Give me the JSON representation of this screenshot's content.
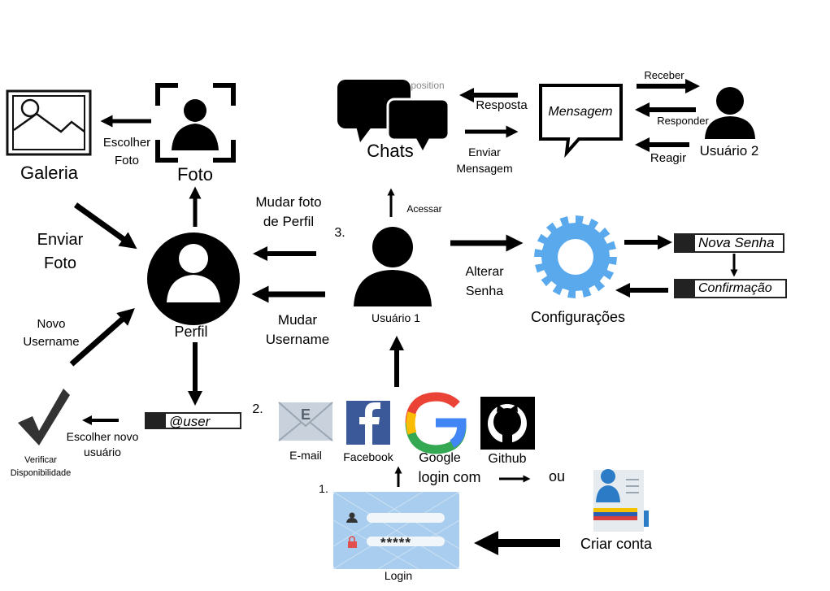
{
  "nodes": {
    "galeria": "Galeria",
    "foto": "Foto",
    "escolher_foto": "Escolher Foto",
    "enviar_foto": "Enviar Foto",
    "perfil": "Perfil",
    "mudar_foto_perfil": "Mudar foto de Perfil",
    "mudar_username": "Mudar Username",
    "novo_username": "Novo Username",
    "user_field": "@user",
    "escolher_novo_usuario": "Escolher novo usuário",
    "verificar_disponibilidade": "Verificar Disponibilidade",
    "chats": "Chats",
    "chats_watermark": "position",
    "resposta": "Resposta",
    "enviar_mensagem": "Enviar Mensagem",
    "mensagem": "Mensagem",
    "receber": "Receber",
    "responder": "Responder",
    "reagir": "Reagir",
    "usuario2": "Usuário 2",
    "acessar": "Acessar",
    "usuario1": "Usuário 1",
    "step3": "3.",
    "alterar_senha": "Alterar Senha",
    "configuracoes": "Configurações",
    "nova_senha": "Nova Senha",
    "confirmacao": "Confirmação",
    "step2": "2.",
    "email": "E-mail",
    "facebook": "Facebook",
    "google": "Google",
    "github": "Github",
    "login_com": "login com",
    "ou": "ou",
    "step1": "1.",
    "login": "Login",
    "password_mask": "*****",
    "criar_conta": "Criar conta"
  },
  "colors": {
    "gear": "#5aa9ec",
    "login_card": "#a9cdee",
    "email_icon": "#c8d1dc",
    "facebook": "#3b5998",
    "github": "#000000",
    "google_blue": "#4285f4",
    "google_red": "#ea4335",
    "google_yellow": "#fbbc05",
    "google_green": "#34a853"
  },
  "icons": [
    "image-icon",
    "user-photo-icon",
    "profile-icon",
    "checkmark-icon",
    "chat-icon",
    "message-bubble-icon",
    "user-icon",
    "gear-icon",
    "email-icon",
    "facebook-icon",
    "google-icon",
    "github-icon",
    "login-form-icon",
    "create-account-icon"
  ]
}
